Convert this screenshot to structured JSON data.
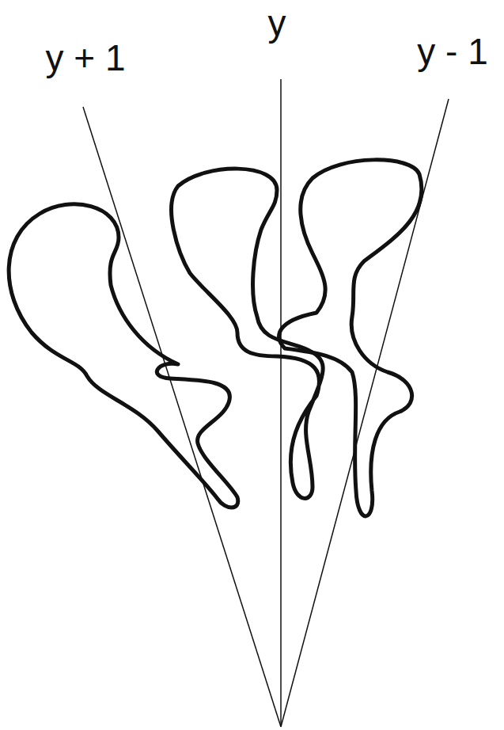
{
  "diagram": {
    "labels": [
      "y + 1",
      "y",
      "y - 1"
    ]
  }
}
